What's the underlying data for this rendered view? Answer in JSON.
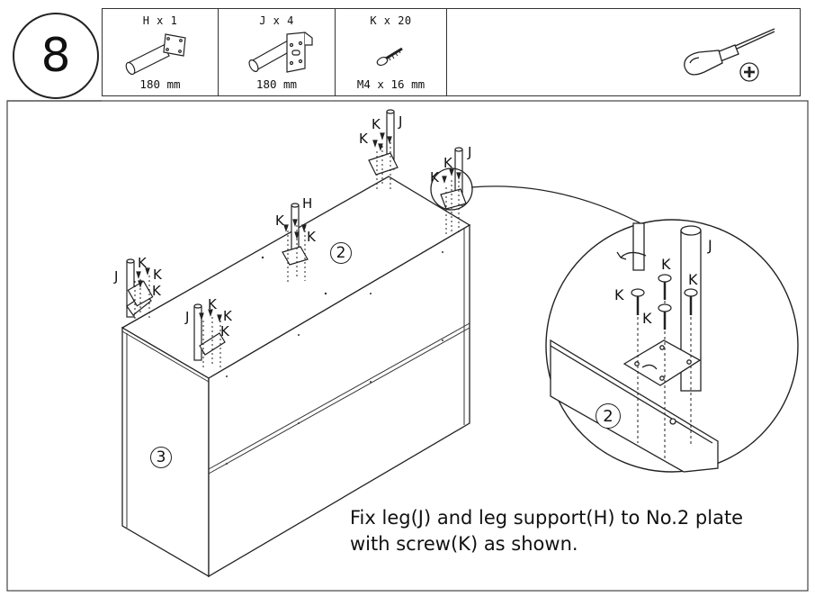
{
  "step": {
    "number": "8"
  },
  "parts": [
    {
      "code": "H x 1",
      "size": "180 mm",
      "icon": "leg-support-icon"
    },
    {
      "code": "J x 4",
      "size": "180 mm",
      "icon": "leg-bracket-icon"
    },
    {
      "code": "K x 20",
      "size": "M4 x 16 mm",
      "icon": "screw-icon"
    }
  ],
  "tool": {
    "icon": "phillips-screwdriver-icon"
  },
  "instruction": {
    "line1": "Fix leg(J) and leg support(H) to No.2 plate",
    "line2": "with screw(K) as shown."
  },
  "labels": {
    "panel_top": "2",
    "panel_side": "3",
    "leg": "J",
    "support": "H",
    "screw": "K"
  },
  "detail": {
    "panel": "2",
    "leg": "J",
    "screw": "K"
  }
}
